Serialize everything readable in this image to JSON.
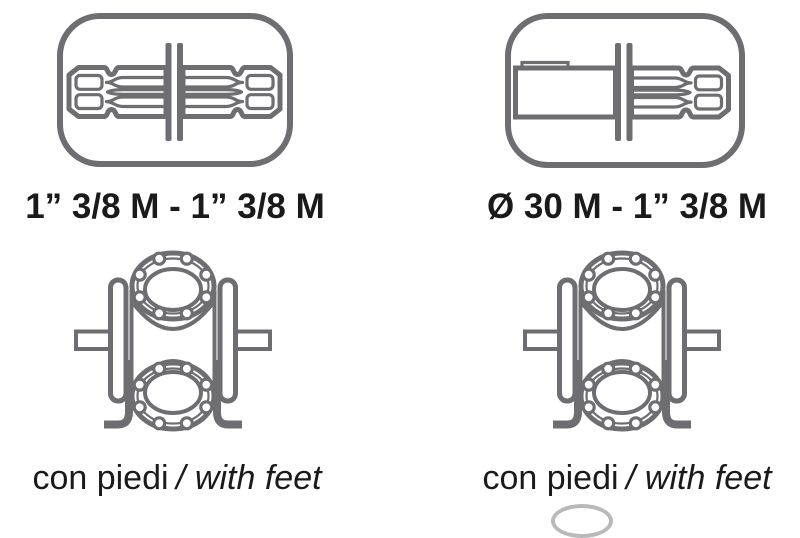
{
  "colors": {
    "line_gray": "#6e6e72",
    "text": "#1a1a1a",
    "background": "#ffffff",
    "artifact_gray": "#b9b9bc"
  },
  "columns": [
    {
      "shaft_icon": "pto-splined-shaft-male-both-ends-icon",
      "size_label": "1” 3/8 M - 1” 3/8 M",
      "gearbox_icon": "gearbox-with-feet-icon",
      "caption_regular": "con piedi",
      "caption_italic": "/ with feet"
    },
    {
      "shaft_icon": "cylindrical-keyed-and-splined-shaft-icon",
      "size_label": "Ø 30 M - 1” 3/8 M",
      "gearbox_icon": "gearbox-with-feet-icon",
      "caption_regular": "con piedi",
      "caption_italic": "/ with feet"
    }
  ]
}
